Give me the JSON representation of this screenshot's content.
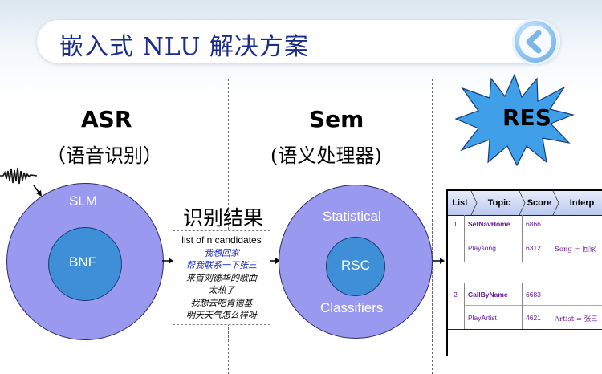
{
  "title": "嵌入式 NLU 解决方案",
  "columns": {
    "asr": {
      "heading": "ASR",
      "subheading": "（语音识别）"
    },
    "sem": {
      "heading": "Sem",
      "subheading": "(语义处理器)"
    },
    "res": {
      "heading": "RES"
    }
  },
  "asr_circle": {
    "outer_label": "SLM",
    "inner_label": "BNF"
  },
  "sem_circle": {
    "top_label": "Statistical",
    "inner_label": "RSC",
    "bottom_label": "Classifiers"
  },
  "recognition_result": {
    "label": "识别结果",
    "box_title": "list of n candidates",
    "candidates": [
      {
        "text": "我想回家",
        "highlight": true
      },
      {
        "text": "帮我联系一下张三",
        "highlight": true
      },
      {
        "text": "来首刘德华的歌曲",
        "highlight": false
      },
      {
        "text": "太热了",
        "highlight": false
      },
      {
        "text": "我想去吃肯德基",
        "highlight": false
      },
      {
        "text": "明天天气怎么样呀",
        "highlight": false
      }
    ]
  },
  "res_table": {
    "headers": [
      "List",
      "Topic",
      "Score",
      "Interp"
    ],
    "groups": [
      {
        "list": "1",
        "rows": [
          {
            "topic": "SetNavHome",
            "score": "6866",
            "interp": ""
          },
          {
            "topic": "Playsong",
            "score": "6312",
            "interp": "Song = 回家"
          }
        ]
      },
      {
        "list": "2",
        "rows": [
          {
            "topic": "CallByName",
            "score": "6683",
            "interp": ""
          },
          {
            "topic": "PlayArtist",
            "score": "4621",
            "interp": "Artist = 张三"
          }
        ]
      }
    ]
  },
  "colors": {
    "title": "#1a2c8a",
    "outer_circle": "#9a99f0",
    "inner_circle": "#3e8fd8",
    "burst": "#3f9fe8",
    "table_text": "#6a1a9a"
  }
}
